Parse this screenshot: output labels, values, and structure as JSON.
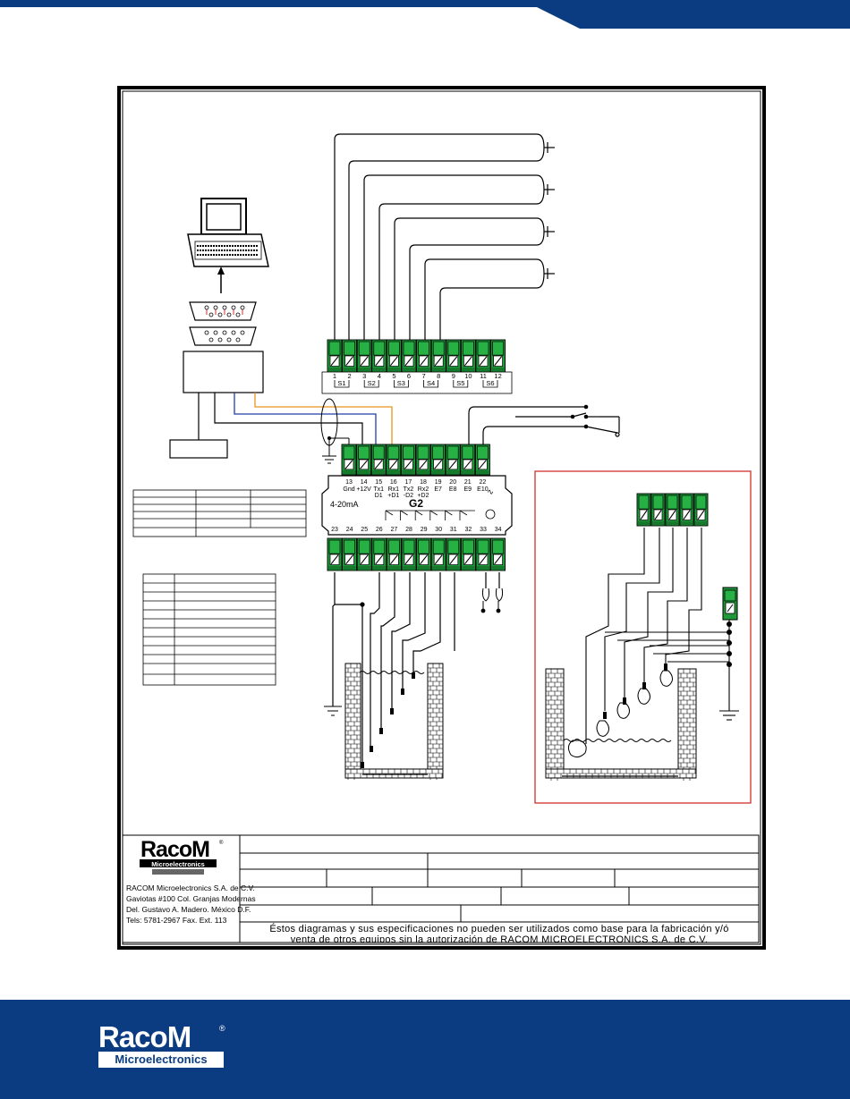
{
  "diagram": {
    "strip1_numbers": [
      "1",
      "2",
      "3",
      "4",
      "5",
      "6",
      "7",
      "8",
      "9",
      "10",
      "11",
      "12"
    ],
    "strip1_groups": [
      "S1",
      "S2",
      "S3",
      "S4",
      "S5",
      "S6"
    ],
    "module_top_numbers": [
      "13",
      "14",
      "15",
      "16",
      "17",
      "18",
      "19",
      "20",
      "21",
      "22"
    ],
    "module_top_labels1": [
      "Gnd",
      "+12V",
      "Tx1",
      "Rx1",
      "Tx2",
      "Rx2",
      "E7",
      "E8",
      "E9",
      "E10"
    ],
    "module_top_labels2": [
      "",
      "",
      "D1",
      "+D1",
      "-D2",
      "+D2",
      "",
      "",
      "",
      ""
    ],
    "module_title": "G2",
    "module_analog_label": "4-20mA",
    "module_bottom_numbers": [
      "23",
      "24",
      "25",
      "26",
      "27",
      "28",
      "29",
      "30",
      "31",
      "32",
      "33",
      "34"
    ],
    "ac_symbol": "∿"
  },
  "title_block": {
    "company_name": "RACOM Microelectronics S.A. de C.V.",
    "address_line1": "Gaviotas #100 Col. Granjas Modernas",
    "address_line2": "Del. Gustavo A. Madero.  México D.F.",
    "phone_line": "Tels: 5781-2967  Fax. Ext. 113",
    "disclaimer_line1": "Éstos diagramas y sus especificaciones no pueden ser utilizados como base para la fabricación y/ó",
    "disclaimer_line2": "venta de otros equipos sin la autorización de RACOM MICROELECTRONICS S.A. de C.V."
  },
  "footer": {
    "brand": "RacoM",
    "registered": "®",
    "tagline": "Microelectronics"
  },
  "colors": {
    "brand_blue": "#0b3c82",
    "terminal_green": "#1e9a3a",
    "highlight_red": "#d0302c",
    "wire_orange": "#e8951e",
    "wire_blue": "#1f3fa6"
  }
}
